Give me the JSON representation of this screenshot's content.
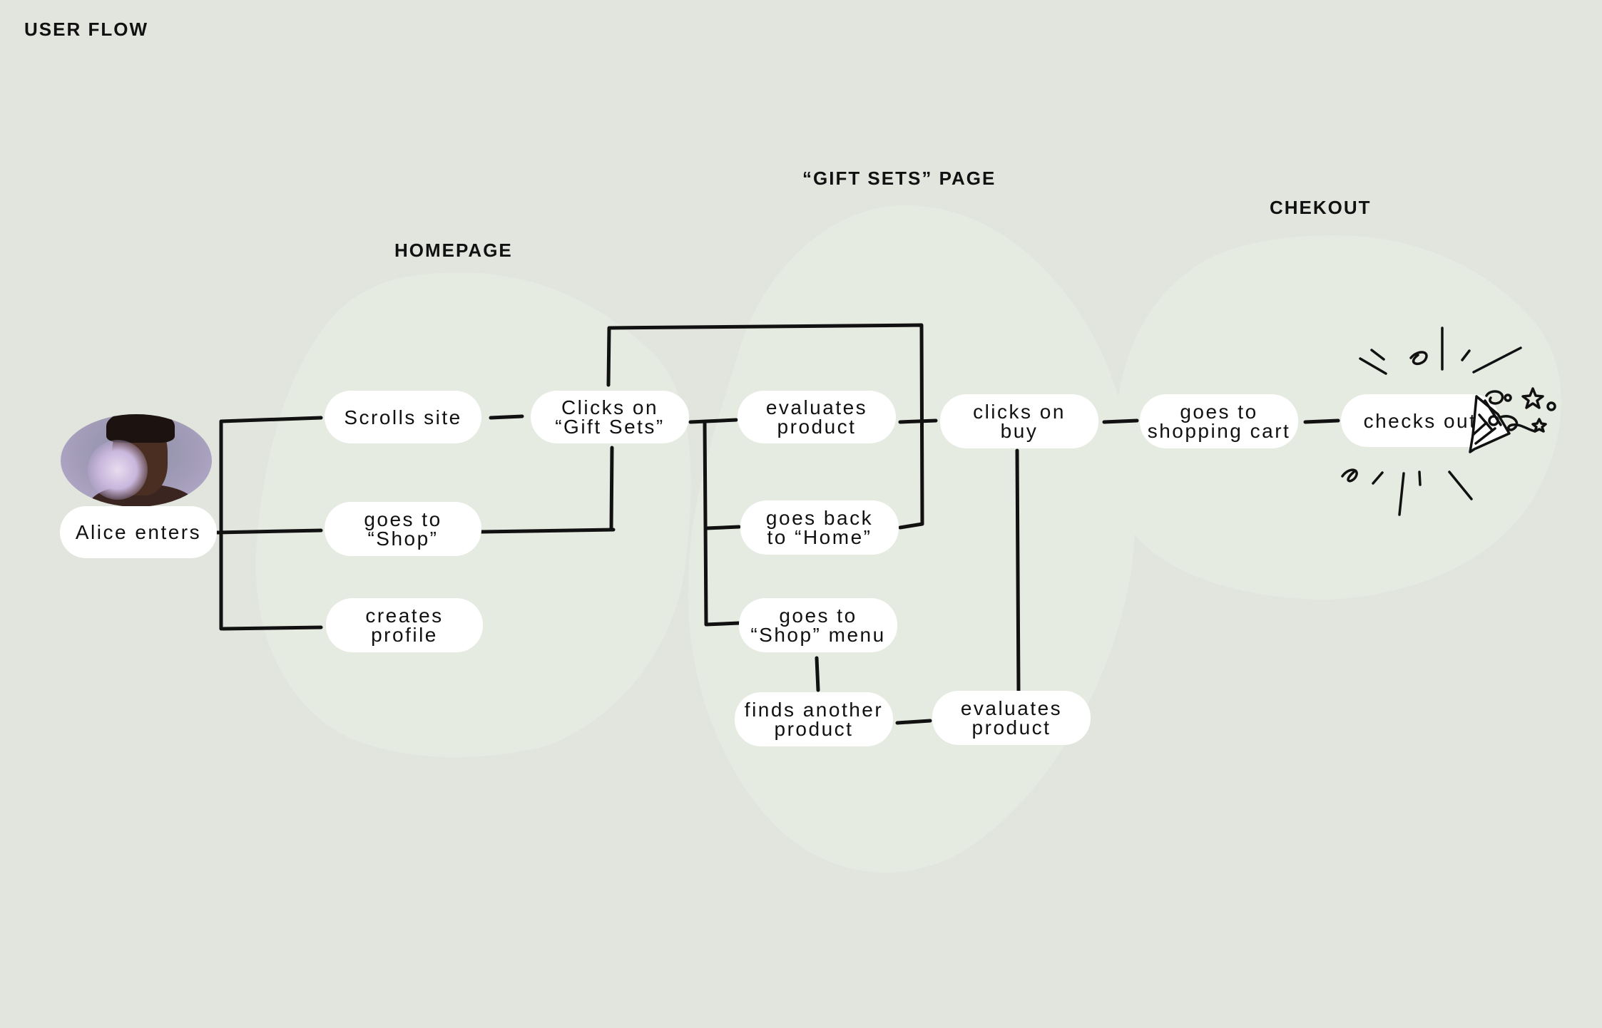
{
  "page_title": "USER FLOW",
  "sections": {
    "homepage": "HOMEPAGE",
    "gift_sets": "“GIFT SETS” PAGE",
    "checkout": "CHEKOUT"
  },
  "nodes": {
    "alice_enters": "Alice enters",
    "scrolls_site": "Scrolls site",
    "goes_to_shop": "goes to\n“Shop”",
    "creates_profile": "creates\nprofile",
    "clicks_gift_sets": "Clicks on\n“Gift Sets”",
    "evaluates_product_1": "evaluates\nproduct",
    "goes_back_home": "goes back\nto “Home”",
    "goes_to_shop_menu": "goes to\n“Shop” menu",
    "finds_another_product": "finds another\nproduct",
    "clicks_on_buy": "clicks on\nbuy",
    "evaluates_product_2": "evaluates\nproduct",
    "goes_to_cart": "goes to\nshopping cart",
    "checks_out": "checks out"
  },
  "icons": {
    "avatar": "person-with-flower-photo",
    "celebration": "party-popper-icon"
  },
  "colors": {
    "background": "#e2e5de",
    "section_blob": "#e5ebe1",
    "node_fill": "#ffffff",
    "line": "#111111"
  }
}
